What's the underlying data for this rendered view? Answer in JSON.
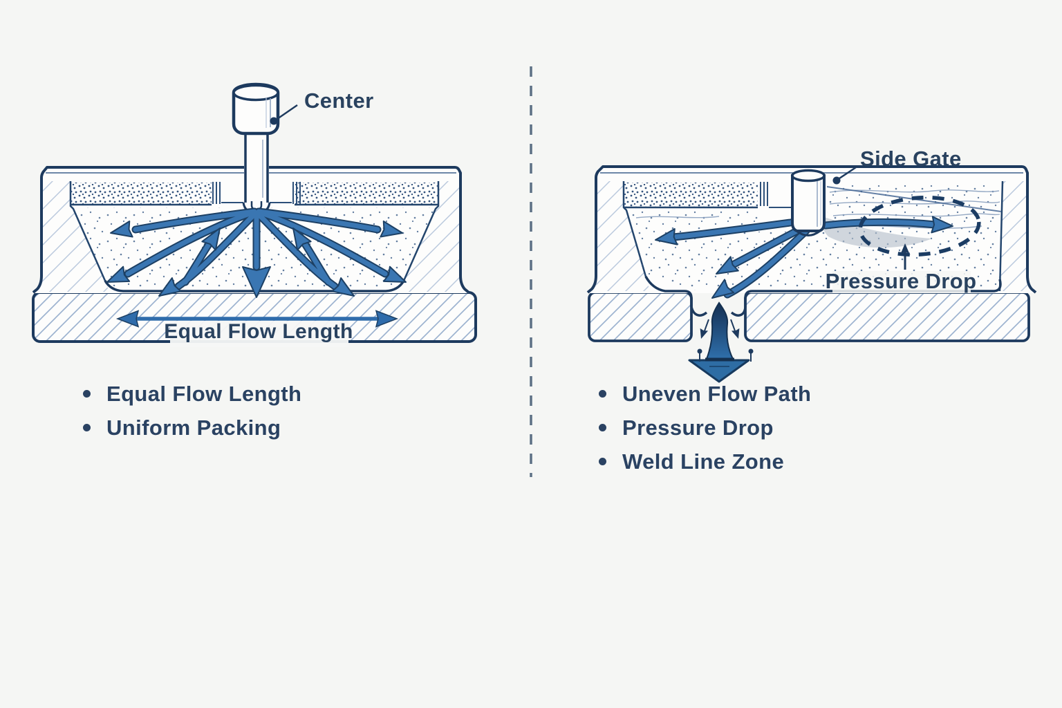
{
  "background_color": "#f5f6f4",
  "colors": {
    "accent_blue": "#3a76b2",
    "outline_navy": "#1d3a5e",
    "text_navy": "#29425f",
    "hatch_light_blue": "#9db3d0",
    "weld_dark_navy": "#14304f",
    "pressure_gray": "#b3bdc8"
  },
  "left_diagram": {
    "gate_label": "Center",
    "flow_annotation": "Equal Flow Length",
    "bullets": [
      "Equal Flow Length",
      "Uniform Packing"
    ]
  },
  "right_diagram": {
    "gate_label": "Side Gate",
    "pressure_annotation": "Pressure Drop",
    "bullets": [
      "Uneven Flow Path",
      "Pressure Drop",
      "Weld Line Zone"
    ]
  }
}
